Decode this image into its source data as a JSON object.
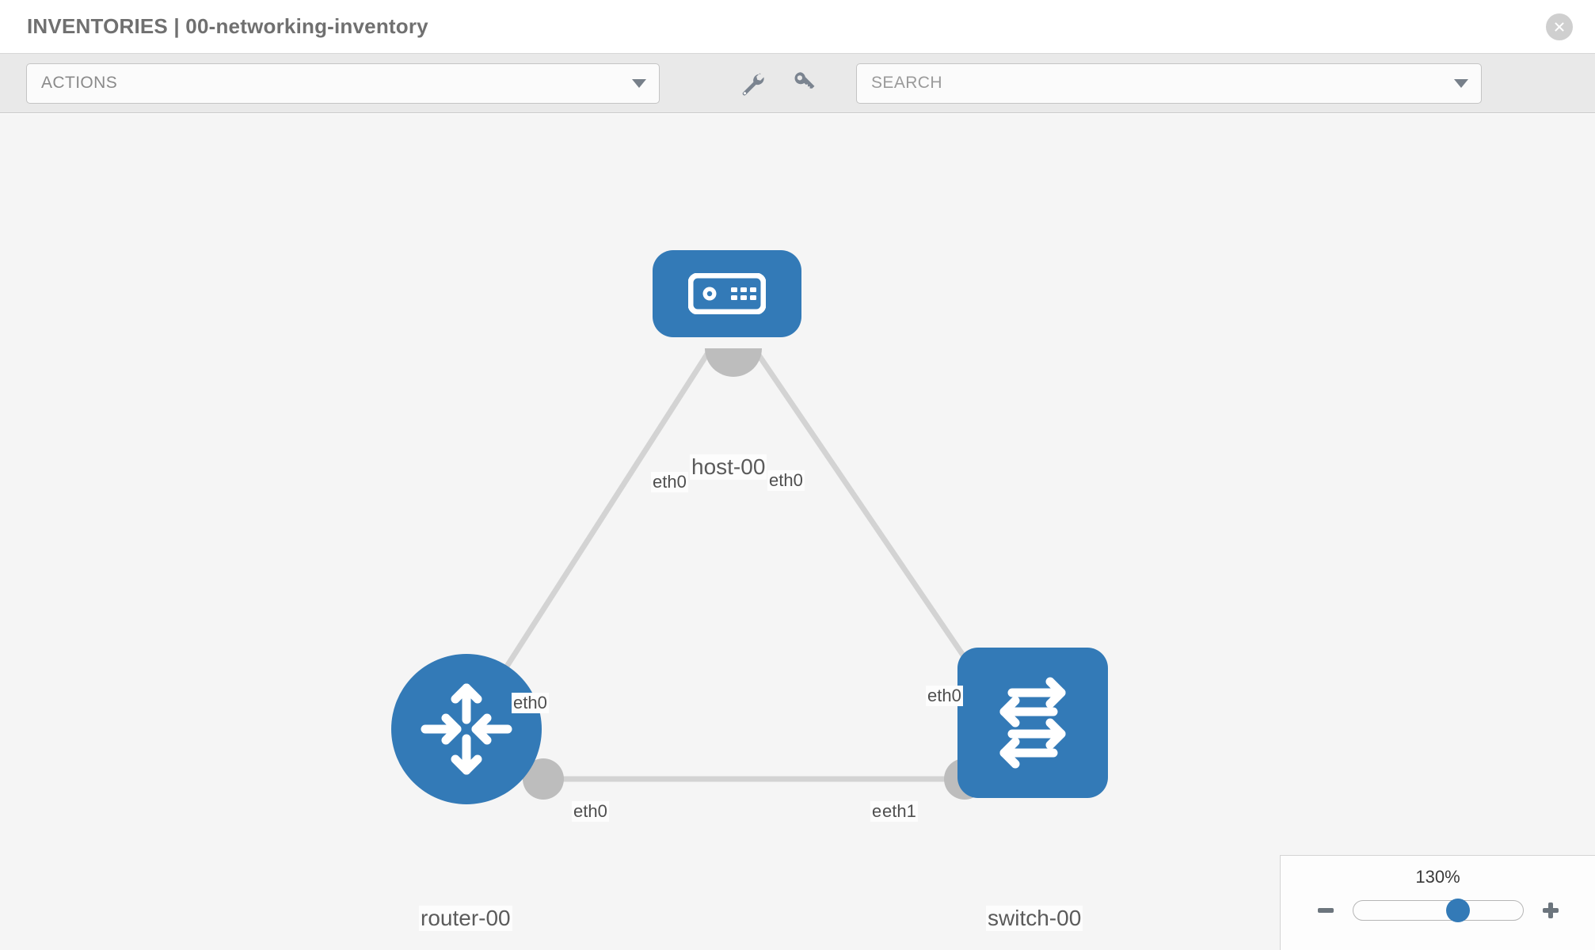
{
  "header": {
    "title": "INVENTORIES | 00-networking-inventory",
    "close_icon": "close-circle-icon"
  },
  "toolbar": {
    "actions_label": "ACTIONS",
    "actions_caret_icon": "chevron-down-icon",
    "wrench_icon": "wrench-icon",
    "key_icon": "key-icon",
    "search_placeholder": "SEARCH",
    "search_value": "",
    "search_caret_icon": "chevron-down-icon"
  },
  "topology": {
    "nodes": [
      {
        "id": "host-00",
        "label": "host-00",
        "type": "host",
        "icon": "server-icon",
        "color": "#337ab7"
      },
      {
        "id": "router-00",
        "label": "router-00",
        "type": "router",
        "icon": "router-arrows-icon",
        "color": "#337ab7"
      },
      {
        "id": "switch-00",
        "label": "switch-00",
        "type": "switch",
        "icon": "switch-arrows-icon",
        "color": "#337ab7"
      }
    ],
    "edges": [
      {
        "from": "host-00",
        "to": "router-00",
        "from_interface": "eth0",
        "to_interface": "eth0"
      },
      {
        "from": "host-00",
        "to": "switch-00",
        "from_interface": "eth0",
        "to_interface": "eth0"
      },
      {
        "from": "router-00",
        "to": "switch-00",
        "from_interface": "eth0",
        "to_interface": "eth1"
      }
    ],
    "interface_labels": {
      "host_left": "eth0",
      "host_right": "eth0",
      "router_to_host": "eth0",
      "switch_to_host": "eth0",
      "router_to_switch": "eth0",
      "switch_to_router_hidden": "eth0",
      "switch_to_router": "eth1"
    },
    "link_color": "#d3d3d3"
  },
  "zoom": {
    "level": "130%",
    "minus_icon": "minus-icon",
    "plus_icon": "plus-icon",
    "slider_percent": 62
  }
}
